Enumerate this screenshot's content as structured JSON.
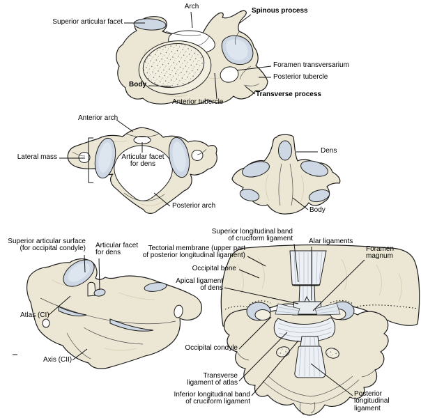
{
  "figures": {
    "cervical_vertebra_superior": {
      "labels": [
        {
          "id": "arch",
          "text": "Arch",
          "bold": false
        },
        {
          "id": "spinous-process",
          "text": "Spinous process",
          "bold": true
        },
        {
          "id": "superior-articular-facet",
          "text": "Superior articular facet",
          "bold": false
        },
        {
          "id": "foramen-transversarium",
          "text": "Foramen transversarium",
          "bold": false
        },
        {
          "id": "posterior-tubercle",
          "text": "Posterior tubercle",
          "bold": false
        },
        {
          "id": "body",
          "text": "Body",
          "bold": true
        },
        {
          "id": "transverse-process",
          "text": "Transverse process",
          "bold": true
        },
        {
          "id": "anterior-tubercle",
          "text": "Anterior tubercle",
          "bold": false
        }
      ]
    },
    "atlas_superior": {
      "labels": [
        {
          "id": "anterior-arch",
          "text": "Anterior arch",
          "bold": false
        },
        {
          "id": "lateral-mass",
          "text": "Lateral mass",
          "bold": false
        },
        {
          "id": "articular-facet-for-dens",
          "text": "Articular facet\nfor dens",
          "bold": false
        },
        {
          "id": "posterior-arch",
          "text": "Posterior arch",
          "bold": false
        }
      ]
    },
    "axis_anterior": {
      "labels": [
        {
          "id": "dens",
          "text": "Dens",
          "bold": false
        },
        {
          "id": "body",
          "text": "Body",
          "bold": false
        }
      ]
    },
    "atlas_axis_articulated": {
      "labels": [
        {
          "id": "superior-articular-surface",
          "text": "Superior articular surface\n(for occipital condyle)",
          "bold": false
        },
        {
          "id": "articular-facet-for-dens",
          "text": "Articular facet\nfor dens",
          "bold": false
        },
        {
          "id": "atlas-ci",
          "text": "Atlas (CI)",
          "bold": false
        },
        {
          "id": "axis-cii",
          "text": "Axis (CII)",
          "bold": false
        }
      ]
    },
    "craniocervical_ligaments": {
      "labels": [
        {
          "id": "superior-longitudinal-band",
          "text": "Superior longitudinal band\nof cruciform ligament",
          "bold": false
        },
        {
          "id": "alar-ligaments",
          "text": "Alar ligaments",
          "bold": false
        },
        {
          "id": "foramen-magnum",
          "text": "Foramen\nmagnum",
          "bold": false
        },
        {
          "id": "tectorial-membrane",
          "text": "Tectorial membrane (upper part\nof posterior longitudinal ligament)",
          "bold": false
        },
        {
          "id": "occipital-bone",
          "text": "Occipital bone",
          "bold": false
        },
        {
          "id": "apical-ligament",
          "text": "Apical ligament\nof dens",
          "bold": false
        },
        {
          "id": "occipital-condyle",
          "text": "Occipital condyle",
          "bold": false
        },
        {
          "id": "transverse-ligament",
          "text": "Transverse\nligament of atlas",
          "bold": false
        },
        {
          "id": "inferior-longitudinal-band",
          "text": "Inferior longitudinal band\nof cruciform ligament",
          "bold": false
        },
        {
          "id": "posterior-longitudinal-ligament",
          "text": "Posterior\nlongitudinal\nligament",
          "bold": false
        }
      ]
    }
  },
  "colors": {
    "bone": "#ece7d4",
    "facet": "#cdd8e4",
    "lig": "#edf0f4",
    "ink": "#1c1c1c"
  }
}
